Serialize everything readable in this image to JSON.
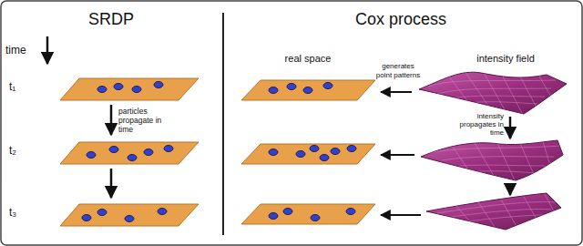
{
  "diagram": {
    "labels": [
      "SRDP",
      "Cox process",
      "time",
      "t₁",
      "particles propagate in time",
      "t₂",
      "t₃",
      "real space",
      "intensity field",
      "generates point patterns",
      "intensity propagates in time"
    ]
  }
}
